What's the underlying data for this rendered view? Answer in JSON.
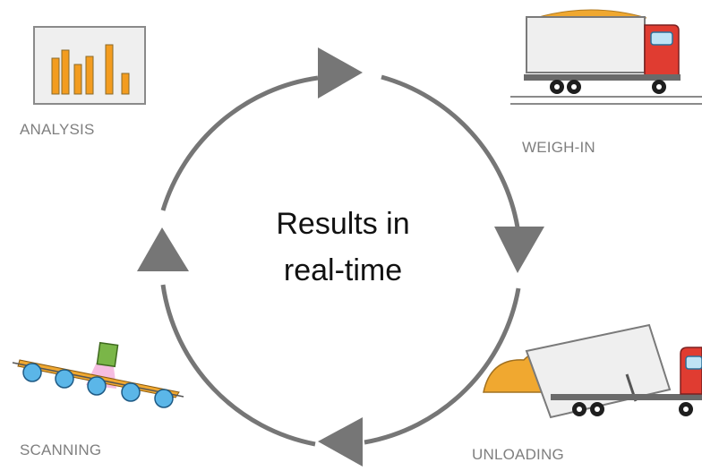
{
  "diagram": {
    "center_title_line1": "Results in",
    "center_title_line2": "real-time",
    "steps": [
      {
        "label": "ANALYSIS",
        "icon": "bar-chart-icon"
      },
      {
        "label": "WEIGH-IN",
        "icon": "truck-icon"
      },
      {
        "label": "UNLOADING",
        "icon": "dump-truck-icon"
      },
      {
        "label": "SCANNING",
        "icon": "conveyor-scanner-icon"
      }
    ],
    "colors": {
      "cycle_arrow": "#767676",
      "truck_cab": "#e03c31",
      "cargo": "#f0a830",
      "scanner": "#7ab648",
      "scanner_beam": "#f3b2dc",
      "roller": "#5bb6e8",
      "chart_bars": "#f39c1f"
    }
  }
}
